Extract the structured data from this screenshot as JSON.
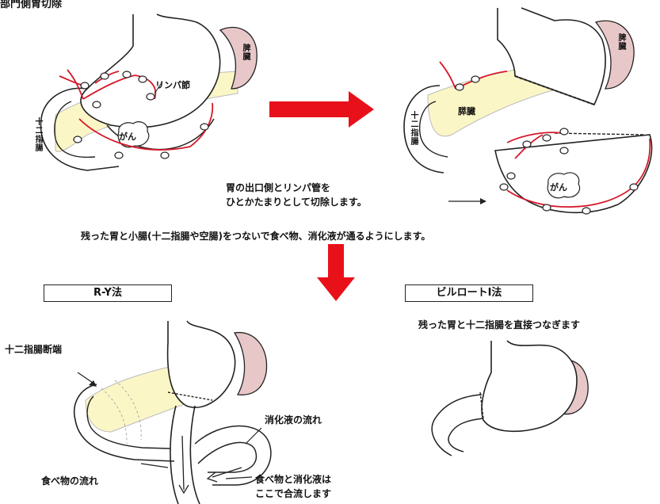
{
  "header_fragment": "部門側胃切除",
  "panel_before": {
    "spleen": "脾臓",
    "lymph_node": "リンパ節",
    "duodenum": "十二指腸",
    "cancer": "がん"
  },
  "panel_after": {
    "spleen": "脾臓",
    "pancreas": "膵臓",
    "duodenum": "十二指腸",
    "cancer": "がん"
  },
  "resection_note": {
    "line1": "胃の出口側とリンパ管を",
    "line2": "ひとかたまりとして切除します。"
  },
  "reconnect_note": "残った胃と小腸(十二指腸や空腸)をつないで食べ物、消化液が通るようにします。",
  "methods": {
    "ry": {
      "title": "R-Y法",
      "duodenal_stump": "十二指腸断端",
      "digestive_juice_flow": "消化液の流れ",
      "food_flow": "食べ物の流れ",
      "merge_line1": "食べ物と消化液は",
      "merge_line2": "ここで合流します"
    },
    "billroth": {
      "title": "ビルロートⅠ法",
      "description": "残った胃と十二指腸を直接つなぎます"
    }
  },
  "colors": {
    "arrow_red": "#e8111a",
    "vessel_red": "#d6182a",
    "pancreas_yellow": "#fbf6c6",
    "spleen_pink": "#e8c7c9",
    "outline": "#222222"
  }
}
